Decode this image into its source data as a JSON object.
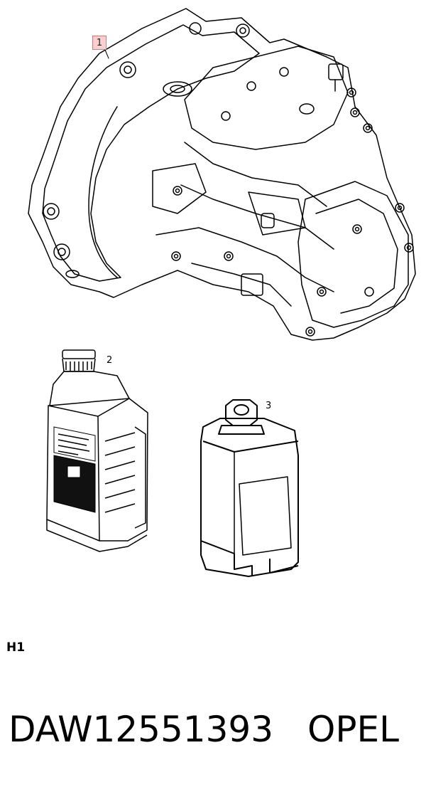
{
  "callouts": {
    "gearbox": "1",
    "oil_bottle": "2",
    "fluid_bottle": "3"
  },
  "group_label": "H1",
  "part_number": "DAW12551393",
  "brand": "OPEL",
  "colors": {
    "line": "#000000",
    "callout_box_fill": "#f4aaaa",
    "callout_box_border": "#d97a7a",
    "label_panel": "#111111"
  }
}
